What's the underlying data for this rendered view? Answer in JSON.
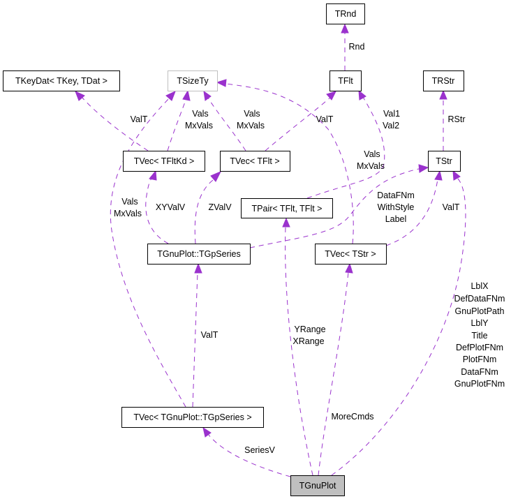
{
  "diagram": {
    "title": "TGnuPlot collaboration graph",
    "colors": {
      "edge": "#9a32cd",
      "node_border": "#000000",
      "external_border": "#bfbfbf",
      "root_fill": "#bfbfbf"
    },
    "nodes": {
      "trnd": "TRnd",
      "tkeydat": "TKeyDat< TKey, TDat >",
      "tsizety": "TSizeTy",
      "tflt": "TFlt",
      "trstr": "TRStr",
      "tvec_tfltkd": "TVec< TFltKd >",
      "tvec_tflt": "TVec< TFlt >",
      "tstr": "TStr",
      "tpair": "TPair< TFlt, TFlt >",
      "tgpseries": "TGnuPlot::TGpSeries",
      "tvec_tstr": "TVec< TStr >",
      "tvec_tgpseries": "TVec< TGnuPlot::TGpSeries >",
      "tgnuplot": "TGnuPlot"
    },
    "edge_labels": {
      "rnd": [
        "Rnd"
      ],
      "rstr": [
        "RStr"
      ],
      "tfltkd_valt": [
        "ValT"
      ],
      "tfltkd_vals": [
        "Vals",
        "MxVals"
      ],
      "tflt_vals": [
        "Vals",
        "MxVals"
      ],
      "tflt_valt": [
        "ValT"
      ],
      "pair_val": [
        "Val1",
        "Val2"
      ],
      "tstr_vals": [
        "Vals",
        "MxVals"
      ],
      "gpseries_vals": [
        "Vals",
        "MxVals"
      ],
      "xyvalv": [
        "XYValV"
      ],
      "zvalv": [
        "ZValV"
      ],
      "gpseries_tstr": [
        "DataFNm",
        "WithStyle",
        "Label"
      ],
      "tvec_tstr_valt": [
        "ValT"
      ],
      "gpseries_valt": [
        "ValT"
      ],
      "ranges": [
        "YRange",
        "XRange"
      ],
      "morecmds": [
        "MoreCmds"
      ],
      "seriesv": [
        "SeriesV"
      ],
      "gnuplot_tstr": [
        "LblX",
        "DefDataFNm",
        "GnuPlotPath",
        "LblY",
        "Title",
        "DefPlotFNm",
        "PlotFNm",
        "DataFNm",
        "GnuPlotFNm"
      ]
    }
  }
}
